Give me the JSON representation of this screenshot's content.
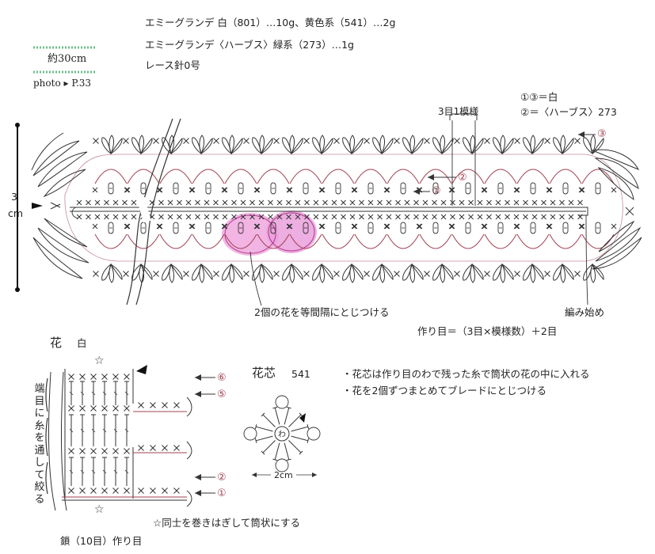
{
  "materials": [
    "エミーグランデ 白（801）…10g、黄色系（541）…2g",
    "エミーグランデ〈ハーブス〉緑系（273）…1g",
    "レース針0号"
  ],
  "size_label": "約30cm",
  "photo_ref": "photo ▸ P.33",
  "color_legend": [
    "①③＝白",
    "②＝〈ハーブス〉273"
  ],
  "repeat_label": "3目1模様",
  "height_label": [
    "3",
    "cm"
  ],
  "row_markers": [
    "③",
    "②",
    "①"
  ],
  "flower_note": "2個の花を等間隔にとじつける",
  "start_label": "編み始め",
  "foundation_formula": "作り目＝（3目×模様数）＋2目",
  "flower_title": "花",
  "flower_color": "白",
  "flower_row_labels": [
    "⑥",
    "⑤",
    "②",
    "①"
  ],
  "side_note": "端目に糸を通して絞る",
  "star_note": "☆同士を巻きはぎして筒状にする",
  "chain_label": "鎖（10目）作り目",
  "center_title": "花芯",
  "center_color": "541",
  "center_size": "2cm",
  "center_ring": "わ",
  "notes": [
    "・花芯は作り目のわで残った糸で筒状の花の中に入れる",
    "・花を2個ずつまとめてブレードにとじつける"
  ],
  "colors": {
    "line": "#333333",
    "red_line": "#a04050",
    "pink": "#e088c8",
    "dots": "#6abf88"
  }
}
